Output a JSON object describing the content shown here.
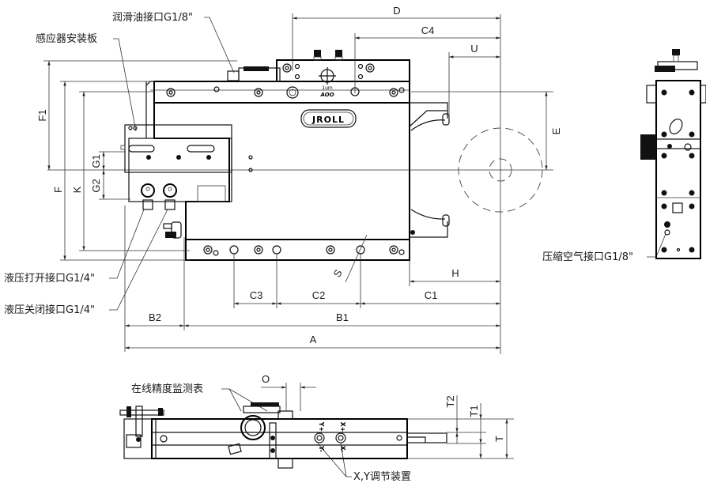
{
  "drawing": {
    "title": "JROLL machining head dimension drawing",
    "brand_logo": "JROLL",
    "dial_caption": "1um",
    "dial_brand": "AOO"
  },
  "callouts": {
    "lube_port": "润滑油接口G1/8\"",
    "sensor_plate": "感应器安装板",
    "hyd_open": "液压打开接口G1/4\"",
    "hyd_close": "液压关闭接口G1/4\"",
    "air_port": "压缩空气接口G1/8\"",
    "dial_gauge": "在线精度监测表",
    "xy_adjust": "X,Y调节装置"
  },
  "dimensions": {
    "D": "D",
    "C4": "C4",
    "U": "U",
    "E": "E",
    "F1": "F1",
    "F": "F",
    "K": "K",
    "G1": "G1",
    "G2": "G2",
    "H": "H",
    "C1": "C1",
    "C2": "C2",
    "C3": "C3",
    "B1": "B1",
    "B2": "B2",
    "A": "A",
    "S": "S",
    "O": "O",
    "T": "T",
    "T1": "T1",
    "T2": "T2"
  },
  "adjust_marks": {
    "y_plus": "Y+",
    "y_minus": "Y-",
    "x_plus": "X+",
    "x_minus": "X-"
  }
}
